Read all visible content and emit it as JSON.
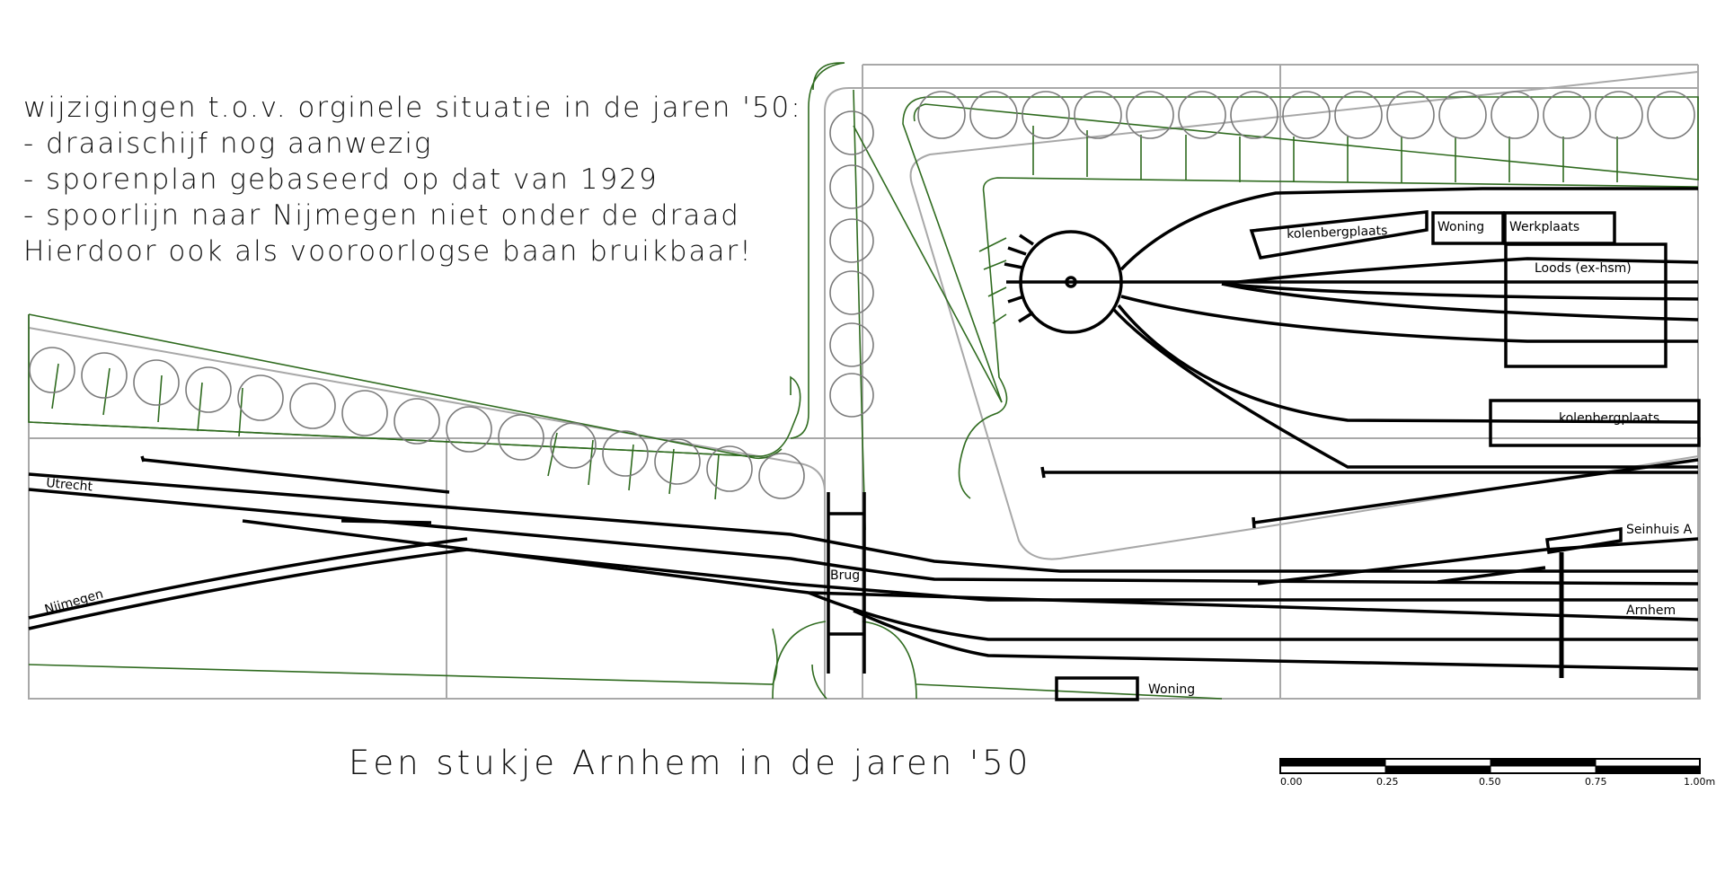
{
  "notes": {
    "heading": "wijzigingen t.o.v. orginele situatie in de jaren '50:",
    "lines": [
      "- draaischijf nog aanwezig",
      "- sporenplan gebaseerd op dat van 1929",
      "- spoorlijn naar Nijmegen niet onder de draad",
      "Hierdoor ook als vooroorlogse baan bruikbaar!"
    ]
  },
  "caption": "Een stukje Arnhem in de jaren '50",
  "labels": {
    "utrecht": "Utrecht",
    "nijmegen": "Nijmegen",
    "brug": "Brug",
    "arnhem": "Arnhem",
    "seinhuis": "Seinhuis A",
    "woning_bottom": "Woning",
    "woning_top": "Woning",
    "werkplaats": "Werkplaats",
    "loods": "Loods (ex-hsm)",
    "kolenbergplaats_top": "kolenbergplaats",
    "kolenbergplaats_right": "kolenbergplaats"
  },
  "scale": {
    "ticks": [
      "0.00",
      "0.25",
      "0.50",
      "0.75",
      "1.00m"
    ]
  },
  "colors": {
    "track": "#000000",
    "grid": "#a8a8a8",
    "green": "#2f6b1f",
    "tree": "#7a7a7a"
  }
}
